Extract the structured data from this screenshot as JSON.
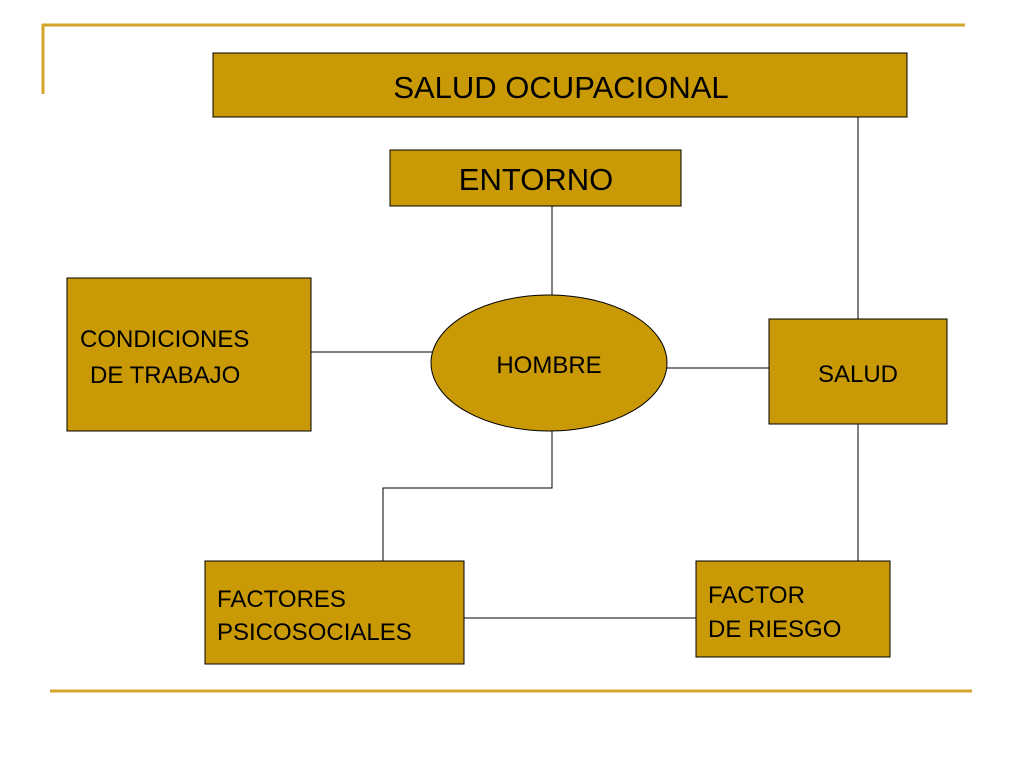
{
  "diagram": {
    "title_box": {
      "label": "SALUD OCUPACIONAL"
    },
    "entorno": {
      "label": "ENTORNO"
    },
    "condiciones": {
      "lines": [
        "CONDICIONES",
        "DE TRABAJO"
      ]
    },
    "hombre": {
      "label": "HOMBRE"
    },
    "salud": {
      "label": "SALUD"
    },
    "factores": {
      "lines": [
        "FACTORES",
        "PSICOSOCIALES"
      ]
    },
    "factor_riesgo": {
      "lines": [
        "FACTOR",
        "DE RIESGO"
      ]
    }
  },
  "colors": {
    "box_fill": "#C99A06",
    "rule": "#D4A52A",
    "stroke": "#000000"
  }
}
